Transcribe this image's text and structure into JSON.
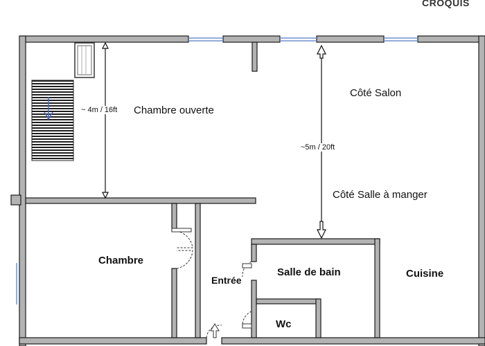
{
  "header": {
    "title": "CROQUIS"
  },
  "rooms": {
    "chambre_ouverte": "Chambre ouverte",
    "cote_salon": "Côté Salon",
    "cote_salle_a_manger": "Côté Salle à manger",
    "chambre": "Chambre",
    "entree": "Entrée",
    "salle_de_bain": "Salle de bain",
    "cuisine": "Cuisine",
    "wc": "Wc"
  },
  "dimensions": {
    "left": "~ 4m / 16ft",
    "right": "~5m / 20ft"
  },
  "colors": {
    "wall": "#b3b3b3",
    "wall_outline": "#1a1a1a",
    "window": "#6f8fcf",
    "text": "#111111"
  }
}
